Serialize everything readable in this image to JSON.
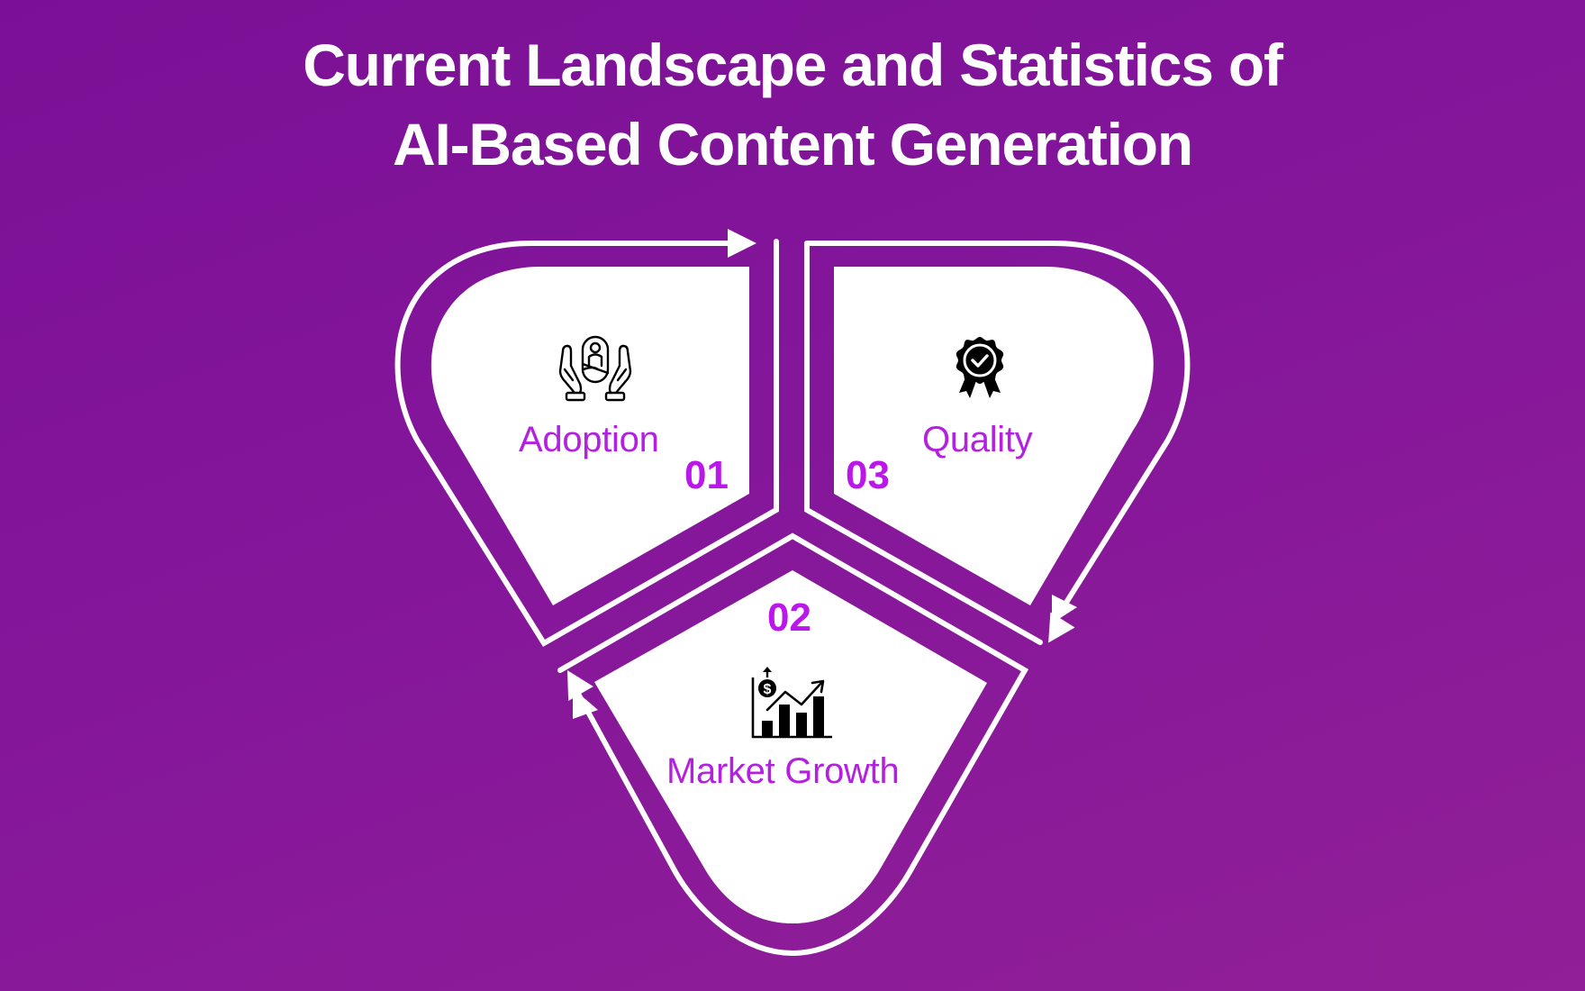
{
  "title": {
    "line1": "Current Landscape and Statistics of",
    "line2": "AI-Based Content Generation"
  },
  "colors": {
    "background_start": "#7b1096",
    "background_end": "#911f97",
    "petal_fill": "#ffffff",
    "outline_stroke": "#ffffff",
    "label_text": "#b420e0",
    "number_text": "#bb17ea",
    "icon": "#000000",
    "title_text": "#ffffff"
  },
  "diagram": {
    "type": "three-step cycle",
    "flow_direction": "clockwise: 01 → 03 → 02 → 01",
    "steps": [
      {
        "number": "01",
        "label": "Adoption",
        "icon": "hands-holding-baby-icon",
        "position": "top-left"
      },
      {
        "number": "02",
        "label": "Market Growth",
        "icon": "growth-chart-dollar-icon",
        "position": "bottom"
      },
      {
        "number": "03",
        "label": "Quality",
        "icon": "award-badge-check-icon",
        "position": "top-right"
      }
    ]
  }
}
